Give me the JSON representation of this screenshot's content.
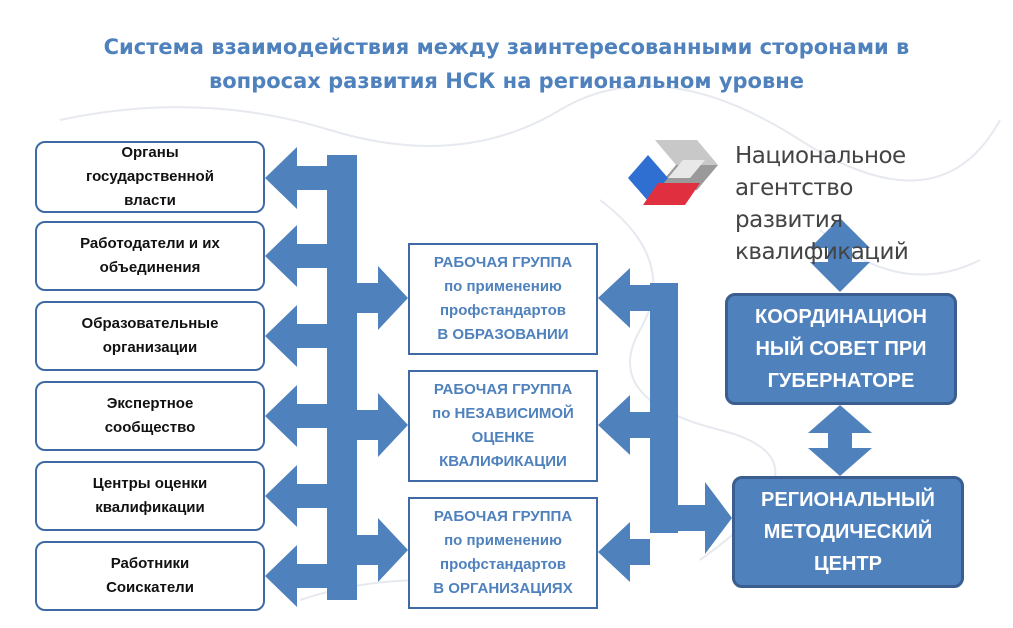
{
  "title": "Система взаимодействия между заинтересованными сторонами в вопросах развития НСК на региональном уровне",
  "stakeholders": [
    "Органы\nгосударственной\nвласти",
    "Работодатели и их\nобъединения",
    "Образовательные\nорганизации",
    "Экспертное\nсообщество",
    "Центры оценки\nквалификации",
    "Работники\nСоискатели"
  ],
  "working_groups": [
    "РАБОЧАЯ ГРУППА\nпо применению\nпрофстандартов\nВ ОБРАЗОВАНИИ",
    "РАБОЧАЯ ГРУППА\nпо НЕЗАВИСИМОЙ\nОЦЕНКЕ\nКВАЛИФИКАЦИИ",
    "РАБОЧАЯ ГРУППА\nпо применению\nпрофстандартов\nВ ОРГАНИЗАЦИЯХ"
  ],
  "council": "КООРДИНАЦИОН\nНЫЙ СОВЕТ ПРИ\nГУБЕРНАТОРЕ",
  "center": "РЕГИОНАЛЬНЫЙ\nМЕТОДИЧЕСКИЙ\nЦЕНТР",
  "agency": "Национальное агентство\nразвития квалификаций",
  "colors": {
    "arrow": "#4f81bd",
    "border": "#3f6aa5",
    "title": "#4f81bd"
  }
}
